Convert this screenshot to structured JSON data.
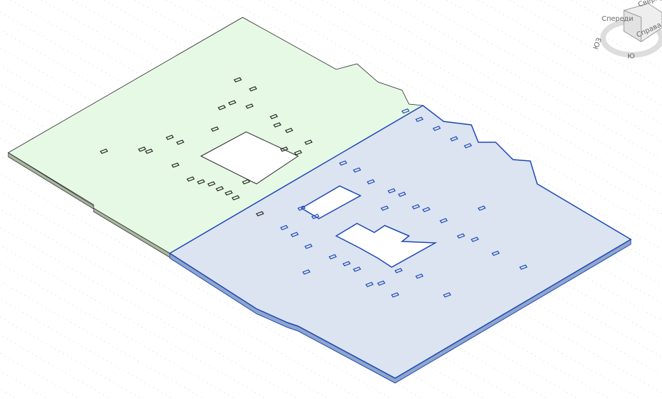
{
  "view": {
    "type": "3D view",
    "floor_fill_left": "#e6f9e4",
    "floor_fill_right": "#dbe4f0",
    "selection_color": "#1a44b8"
  },
  "viewcube": {
    "front": "Спереди",
    "right": "Справа",
    "top": "Сверху",
    "compass_sw": "ЮЗ",
    "compass_s": "Ю"
  }
}
